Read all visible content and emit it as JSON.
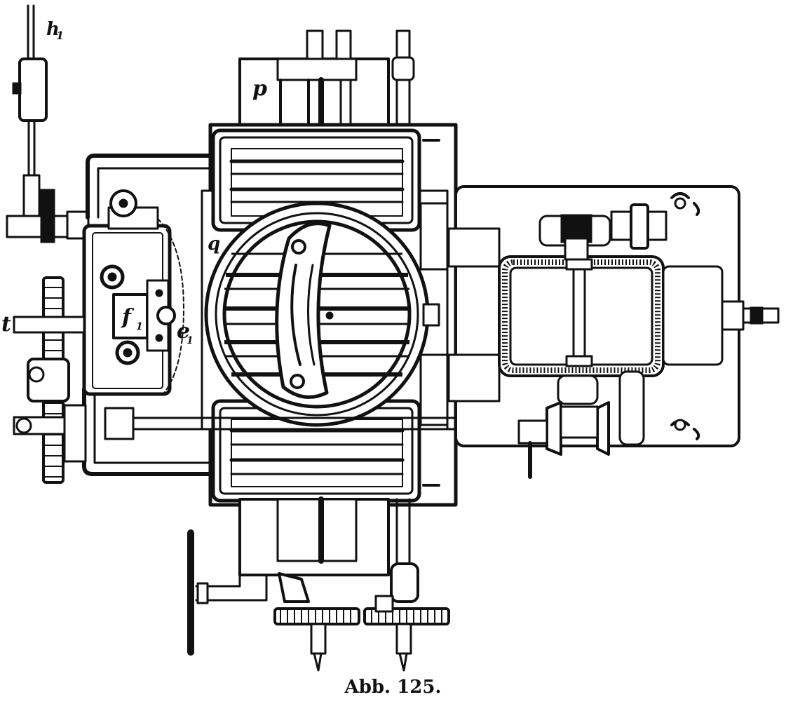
{
  "figure": {
    "caption": "Abb. 125.",
    "labels": {
      "h1": "h",
      "h1_sub": "1",
      "p": "p",
      "q": "q",
      "f1": "f",
      "f1_sub": "1",
      "e1": "e",
      "e1_sub": "1",
      "t": "t"
    }
  }
}
